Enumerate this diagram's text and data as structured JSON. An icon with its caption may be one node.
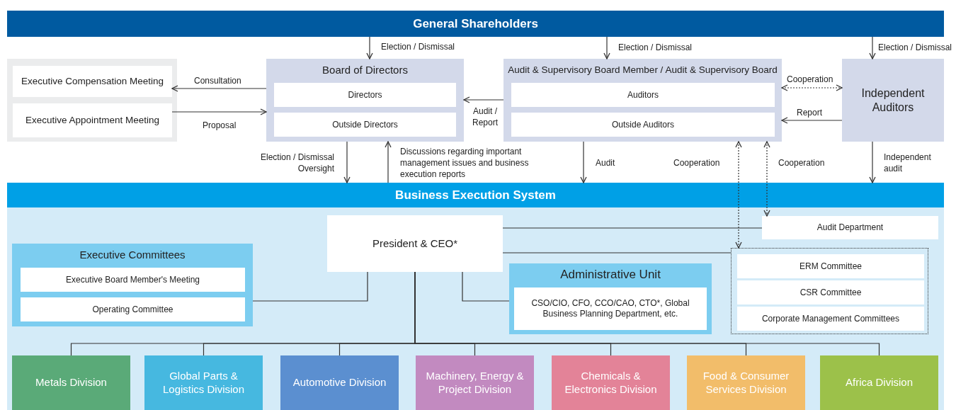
{
  "diagram": {
    "nodes": [
      {
        "text": [
          "General Shareholders"
        ]
      },
      {
        "text": [],
        "shape": "box"
      },
      {
        "text": [
          "Executive Compensation Meeting"
        ],
        "in": 1
      },
      {
        "text": [
          "Executive Appointment Meeting"
        ],
        "in": 1
      },
      {
        "text": [
          "Board of Directors"
        ]
      },
      {
        "text": [
          "Directors"
        ],
        "in": 4
      },
      {
        "text": [
          "Outside Directors"
        ],
        "in": 4
      },
      {
        "text": [
          "Audit & Supervisory Board Member / Audit & Supervisory Board"
        ]
      },
      {
        "text": [
          "Auditors"
        ],
        "in": 7
      },
      {
        "text": [
          "Outside Auditors"
        ],
        "in": 7
      },
      {
        "text": [
          "Independent Auditors"
        ]
      },
      {
        "text": [
          "Business Execution System"
        ]
      },
      {
        "text": [
          "President & CEO*"
        ],
        "in": 11
      },
      {
        "text": [
          "Audit Department"
        ],
        "in": 11
      },
      {
        "text": [
          "Executive Committees"
        ],
        "in": 11
      },
      {
        "text": [
          "Executive Board Member's Meeting"
        ],
        "in": 14
      },
      {
        "text": [
          "Operating Committee"
        ],
        "in": 14
      },
      {
        "text": [
          "Administrative Unit"
        ],
        "in": 11
      },
      {
        "text": [
          "CSO/CIO, CFO, CCO/CAO, CTO*, Global Business Planning Department, etc."
        ],
        "in": 17
      },
      {
        "text": [],
        "shape": "box",
        "in": 11
      },
      {
        "text": [
          "ERM Committee"
        ],
        "in": 19
      },
      {
        "text": [
          "CSR Committee"
        ],
        "in": 19
      },
      {
        "text": [
          "Corporate Management Committees"
        ],
        "in": 19
      },
      {
        "text": [
          "Metals Division"
        ],
        "in": 11
      },
      {
        "text": [
          "Global Parts & Logistics Division"
        ],
        "in": 11
      },
      {
        "text": [
          "Automotive Division"
        ],
        "in": 11
      },
      {
        "text": [
          "Machinery, Energy & Project Division"
        ],
        "in": 11
      },
      {
        "text": [
          "Chemicals & Electronics Division"
        ],
        "in": 11
      },
      {
        "text": [
          "Food & Consumer Services Division"
        ],
        "in": 11
      },
      {
        "text": [
          "Africa Division"
        ],
        "in": 11
      }
    ],
    "edges": [
      {
        "from": 0,
        "to": 4,
        "arrow": "to",
        "label": "Election / Dismissal"
      },
      {
        "from": 0,
        "to": 7,
        "arrow": "to",
        "label": "Election / Dismissal"
      },
      {
        "from": 0,
        "to": 10,
        "arrow": "to",
        "label": "Election / Dismissal"
      },
      {
        "from": 4,
        "to": 2,
        "arrow": "to",
        "label": "Consultation"
      },
      {
        "from": 3,
        "to": 4,
        "arrow": "to",
        "label": "Proposal"
      },
      {
        "from": 7,
        "to": 4,
        "arrow": "to",
        "label": "Audit / Report"
      },
      {
        "from": 7,
        "to": 10,
        "arrow": "both",
        "label": "Cooperation",
        "style": "dashed"
      },
      {
        "from": 10,
        "to": 7,
        "arrow": "to",
        "label": "Report"
      },
      {
        "from": 4,
        "to": 11,
        "arrow": "to",
        "label": "Election / Dismissal Oversight"
      },
      {
        "from": 11,
        "to": 4,
        "arrow": "to",
        "label": "Discussions regarding important management issues and business execution reports"
      },
      {
        "from": 7,
        "to": 11,
        "arrow": "to",
        "label": "Audit"
      },
      {
        "from": 7,
        "to": 19,
        "arrow": "both",
        "label": "Cooperation",
        "style": "dashed"
      },
      {
        "from": 7,
        "to": 13,
        "arrow": "both",
        "label": "Cooperation",
        "style": "dashed"
      },
      {
        "from": 10,
        "to": 11,
        "arrow": "to",
        "label": "Independent audit"
      },
      {
        "from": 12,
        "to": 13,
        "arrow": "none"
      },
      {
        "from": 12,
        "to": 19,
        "arrow": "none"
      },
      {
        "from": 12,
        "to": 14,
        "arrow": "none"
      },
      {
        "from": 12,
        "to": 17,
        "arrow": "none"
      },
      {
        "from": 12,
        "to": 23,
        "arrow": "none"
      },
      {
        "from": 12,
        "to": 24,
        "arrow": "none"
      },
      {
        "from": 12,
        "to": 25,
        "arrow": "none"
      },
      {
        "from": 12,
        "to": 26,
        "arrow": "none"
      },
      {
        "from": 12,
        "to": 27,
        "arrow": "none"
      },
      {
        "from": 12,
        "to": 28,
        "arrow": "none"
      },
      {
        "from": 12,
        "to": 29,
        "arrow": "none"
      }
    ]
  }
}
